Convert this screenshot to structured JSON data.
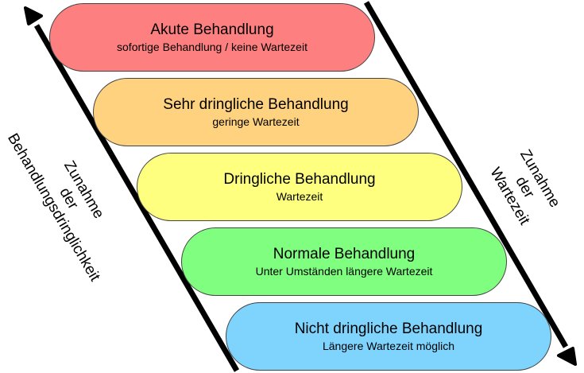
{
  "levels": [
    {
      "title": "Akute Behandlung",
      "subtitle": "sofortige Behandlung / keine Wartezeit",
      "color": "#fe7f7f"
    },
    {
      "title": "Sehr dringliche Behandlung",
      "subtitle": "geringe Wartezeit",
      "color": "#fed27e"
    },
    {
      "title": "Dringliche Behandlung",
      "subtitle": "Wartezeit",
      "color": "#feff7f"
    },
    {
      "title": "Normale Behandlung",
      "subtitle": "Unter Umständen längere Wartezeit",
      "color": "#7ffe7f"
    },
    {
      "title": "Nicht dringliche Behandlung",
      "subtitle": "Längere Wartezeit möglich",
      "color": "#7fd4fe"
    }
  ],
  "left_label": {
    "line1": "Zunahme",
    "line2": "der",
    "line3": "Behandlungsdringlichkeit"
  },
  "right_label": {
    "line1": "Zunahme",
    "line2": "der",
    "line3": "Wartezeit"
  }
}
